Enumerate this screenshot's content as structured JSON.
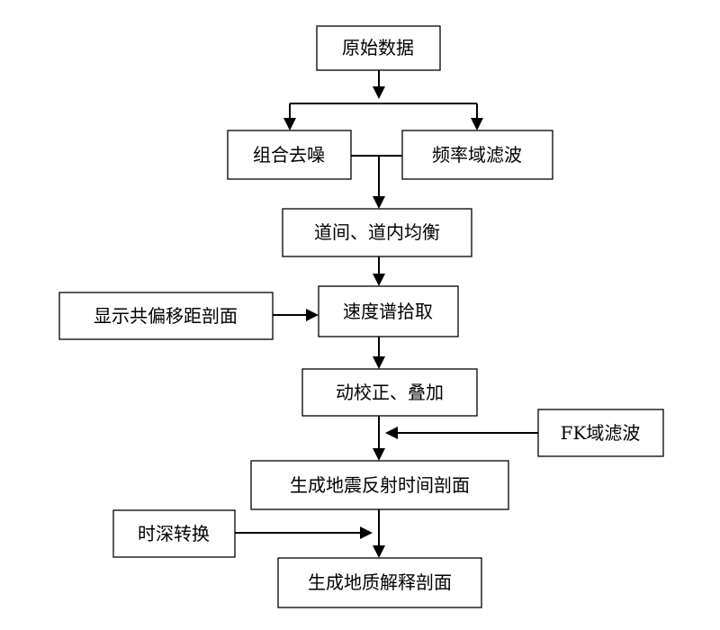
{
  "nodes": {
    "raw_data": "原始数据",
    "combined_denoise": "组合去噪",
    "frequency_filter": "频率域滤波",
    "trace_balance": "道间、道内均衡",
    "show_offset_section": "显示共偏移距剖面",
    "velocity_pick": "速度谱拾取",
    "nmo_stack": "动校正、叠加",
    "fk_filter": "FK域滤波",
    "time_section": "生成地震反射时间剖面",
    "time_depth": "时深转换",
    "geo_section": "生成地质解释剖面"
  },
  "colors": {
    "line": "#000000",
    "box_fill": "#ffffff",
    "box_border": "#000000",
    "text": "#000000"
  }
}
